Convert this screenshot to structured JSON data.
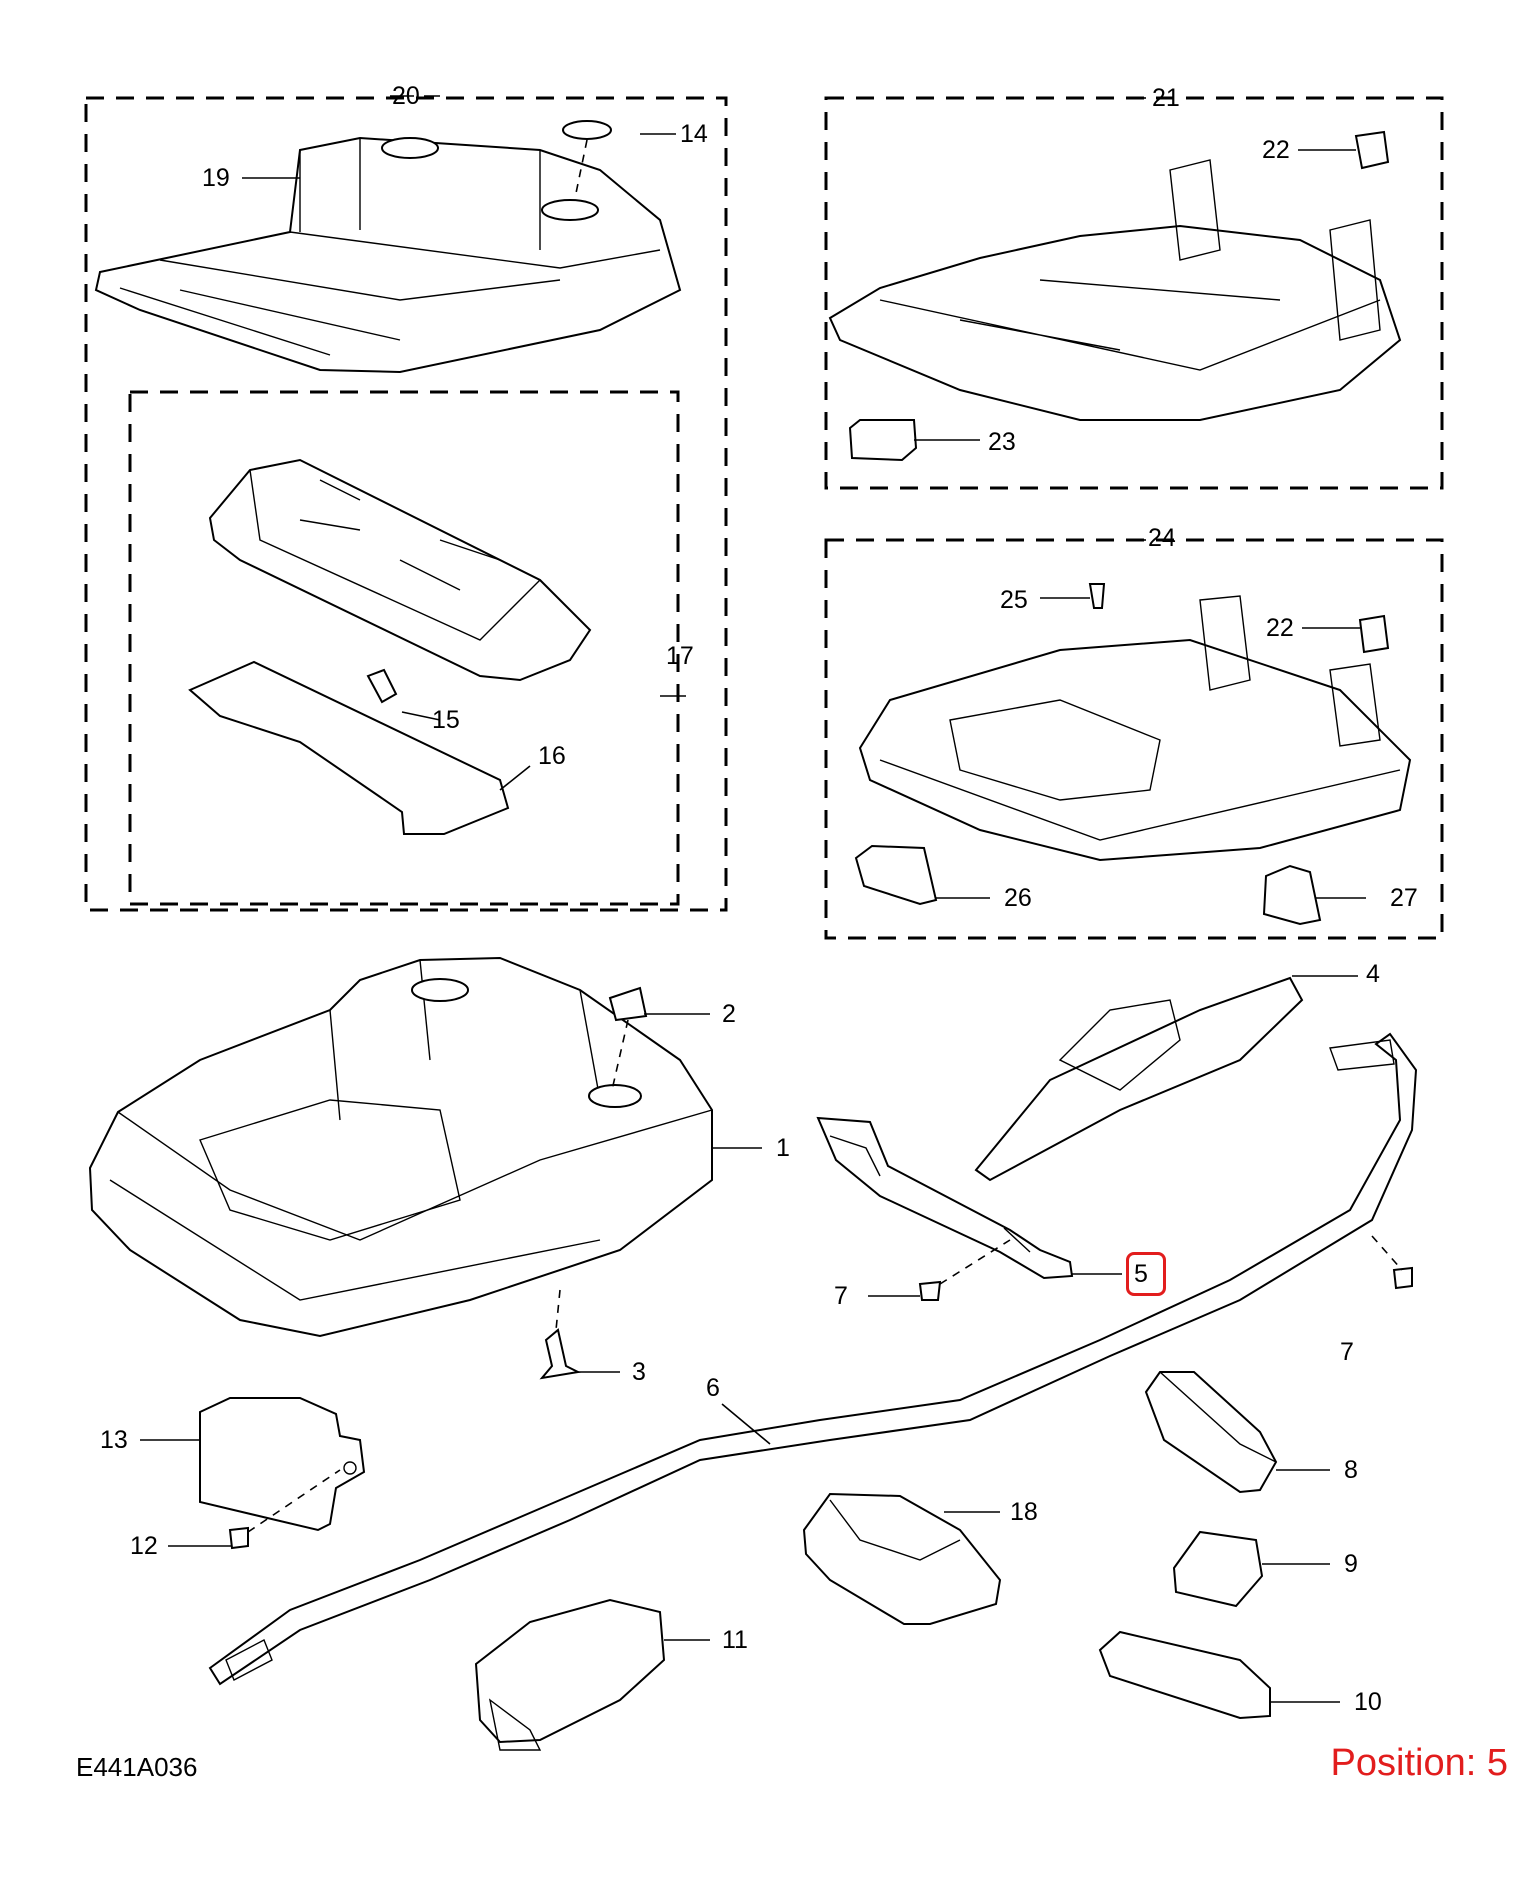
{
  "diagram": {
    "drawing_code": "E441A036",
    "position_label": "Position: 5",
    "highlight_color": "#e21d1d",
    "callouts": {
      "c1": "1",
      "c2": "2",
      "c3": "3",
      "c4": "4",
      "c5": "5",
      "c6": "6",
      "c7a": "7",
      "c7b": "7",
      "c8": "8",
      "c9": "9",
      "c10": "10",
      "c11": "11",
      "c12": "12",
      "c13": "13",
      "c14": "14",
      "c15": "15",
      "c16": "16",
      "c17": "17",
      "c18": "18",
      "c19": "19",
      "c20": "20",
      "c21": "21",
      "c22a": "22",
      "c22b": "22",
      "c23": "23",
      "c24": "24",
      "c25": "25",
      "c26": "26",
      "c27": "27"
    },
    "highlighted_callout": "5"
  }
}
